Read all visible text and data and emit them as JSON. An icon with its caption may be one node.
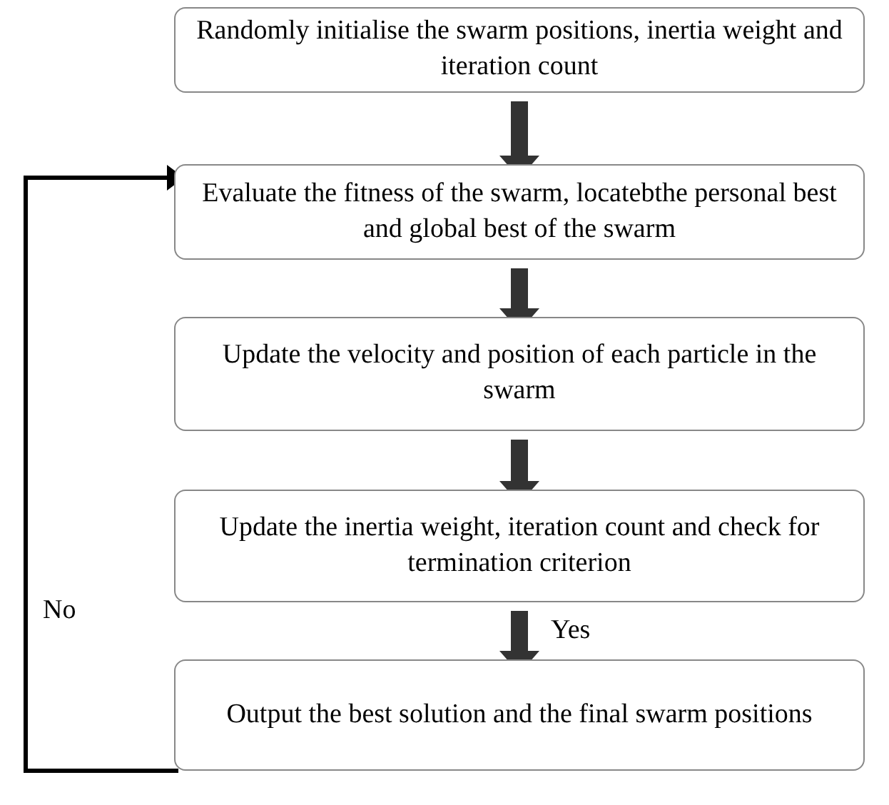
{
  "diagram": {
    "nodes": [
      {
        "text": [
          "Randomly initialise the swarm positions, inertia weight and iteration count"
        ]
      },
      {
        "text": [
          "Evaluate the fitness of the swarm, locatebthe personal best and global best of the swarm"
        ]
      },
      {
        "text": [
          "Update the velocity and position of each particle in the swarm"
        ]
      },
      {
        "text": [
          "Update the inertia weight, iteration count and check for termination criterion"
        ]
      },
      {
        "text": [
          "Output the best solution and the final swarm positions"
        ]
      }
    ],
    "edges": [
      {
        "from": 0,
        "to": 1,
        "arrow": "to"
      },
      {
        "from": 1,
        "to": 2,
        "arrow": "to"
      },
      {
        "from": 2,
        "to": 3,
        "arrow": "to"
      },
      {
        "from": 3,
        "to": 4,
        "arrow": "to",
        "label": "Yes"
      },
      {
        "from": 4,
        "to": 1,
        "arrow": "to",
        "label": "No"
      }
    ]
  }
}
